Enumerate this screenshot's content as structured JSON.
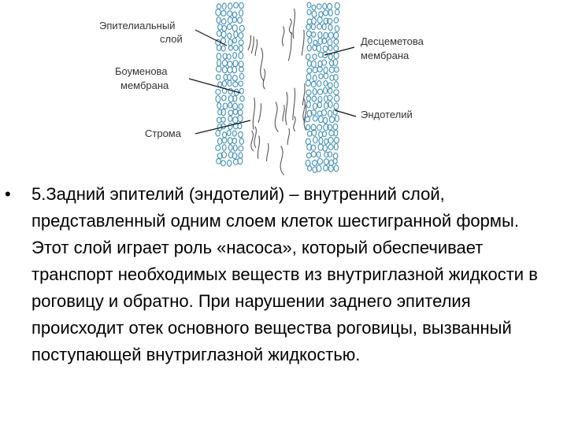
{
  "diagram": {
    "labels": {
      "epithelial": [
        "Эпителиальный",
        "слой"
      ],
      "bowman": [
        "Боуменова",
        "мембрана"
      ],
      "stroma": "Строма",
      "descemet": [
        "Десцеметова",
        "мембрана"
      ],
      "endothelium": "Эндотелий"
    },
    "colors": {
      "cells": "#3f8fb8",
      "fibers": "#555555",
      "leader_lines": "#111111"
    }
  },
  "text": {
    "bullet": "•",
    "paragraph": "5.Задний эпителий (эндотелий) – внутренний слой, представленный одним слоем клеток шестигранной формы. Этот слой играет роль «насоса», который обеспечивает транспорт необходимых веществ из внутриглазной жидкости в роговицу и обратно. При нарушении заднего эпителия происходит отек основного вещества роговицы, вызванный поступающей внутриглазной жидкостью."
  }
}
